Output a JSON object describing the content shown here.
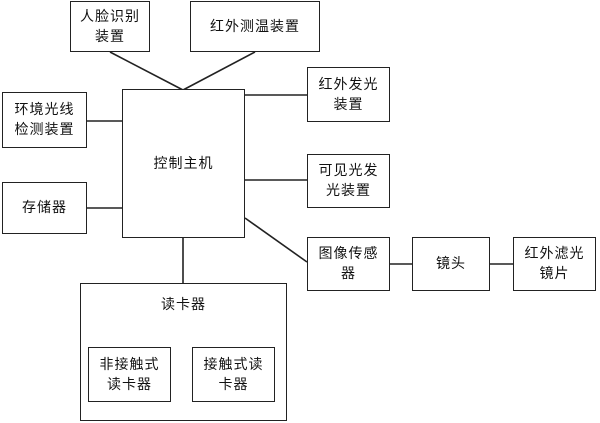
{
  "nodes": {
    "face_recognition": "人脸识别装置",
    "ir_temperature": "红外测温装置",
    "ambient_light": "环境光线检测装置",
    "storage": "存储器",
    "main_controller": "控制主机",
    "ir_emitter": "红外发光装置",
    "visible_emitter": "可见光发光装置",
    "image_sensor": "图像传感器",
    "lens": "镜头",
    "ir_filter": "红外滤光镜片",
    "card_reader": "读卡器",
    "contactless_reader": "非接触式读卡器",
    "contact_reader": "接触式读卡器"
  }
}
